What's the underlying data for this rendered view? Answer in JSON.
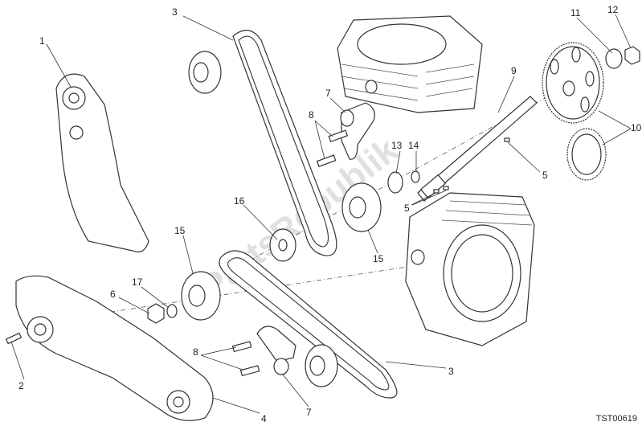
{
  "diagram": {
    "watermark": "PartsRepublik",
    "part_code": "TST00619",
    "callouts": {
      "c1": "1",
      "c2": "2",
      "c3a": "3",
      "c3b": "3",
      "c4": "4",
      "c5a": "5",
      "c5b": "5",
      "c6": "6",
      "c7a": "7",
      "c7b": "7",
      "c8a": "8",
      "c8b": "8",
      "c9": "9",
      "c10": "10",
      "c11": "11",
      "c12": "12",
      "c13": "13",
      "c14": "14",
      "c15a": "15",
      "c15b": "15",
      "c16": "16",
      "c17": "17"
    }
  }
}
